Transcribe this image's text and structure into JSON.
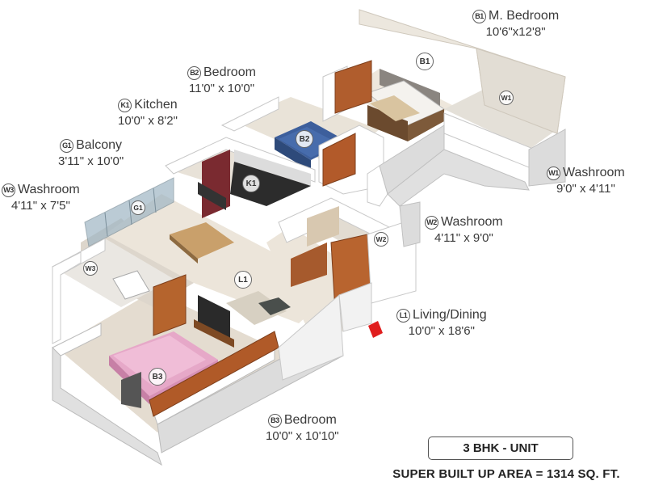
{
  "rooms": {
    "master_bedroom": {
      "code": "B1",
      "name": "M. Bedroom",
      "size": "10'6\"x12'8\""
    },
    "bedroom2": {
      "code": "B2",
      "name": "Bedroom",
      "size": "11'0\" x 10'0\""
    },
    "kitchen": {
      "code": "K1",
      "name": "Kitchen",
      "size": "10'0\" x 8'2\""
    },
    "balcony": {
      "code": "G1",
      "name": "Balcony",
      "size": "3'11\" x 10'0\""
    },
    "washroom3": {
      "code": "W3",
      "name": "Washroom",
      "size": "4'11\" x 7'5\""
    },
    "washroom1": {
      "code": "W1",
      "name": "Washroom",
      "size": "9'0\" x 4'11\""
    },
    "washroom2": {
      "code": "W2",
      "name": "Washroom",
      "size": "4'11\" x 9'0\""
    },
    "living": {
      "code": "L1",
      "name": "Living/Dining",
      "size": "10'0\" x 18'6\""
    },
    "bedroom3": {
      "code": "B3",
      "name": "Bedroom",
      "size": "10'0\" x 10'10\""
    }
  },
  "unit_type": "3 BHK - UNIT",
  "area": "SUPER BUILT UP AREA = 1314 SQ. FT.",
  "colors": {
    "wall": "#ffffff",
    "wall_side": "#d6d6d6",
    "floor": "#e9e2d6",
    "wood": "#a8552a",
    "entrance_arrow": "#e01e1e"
  }
}
